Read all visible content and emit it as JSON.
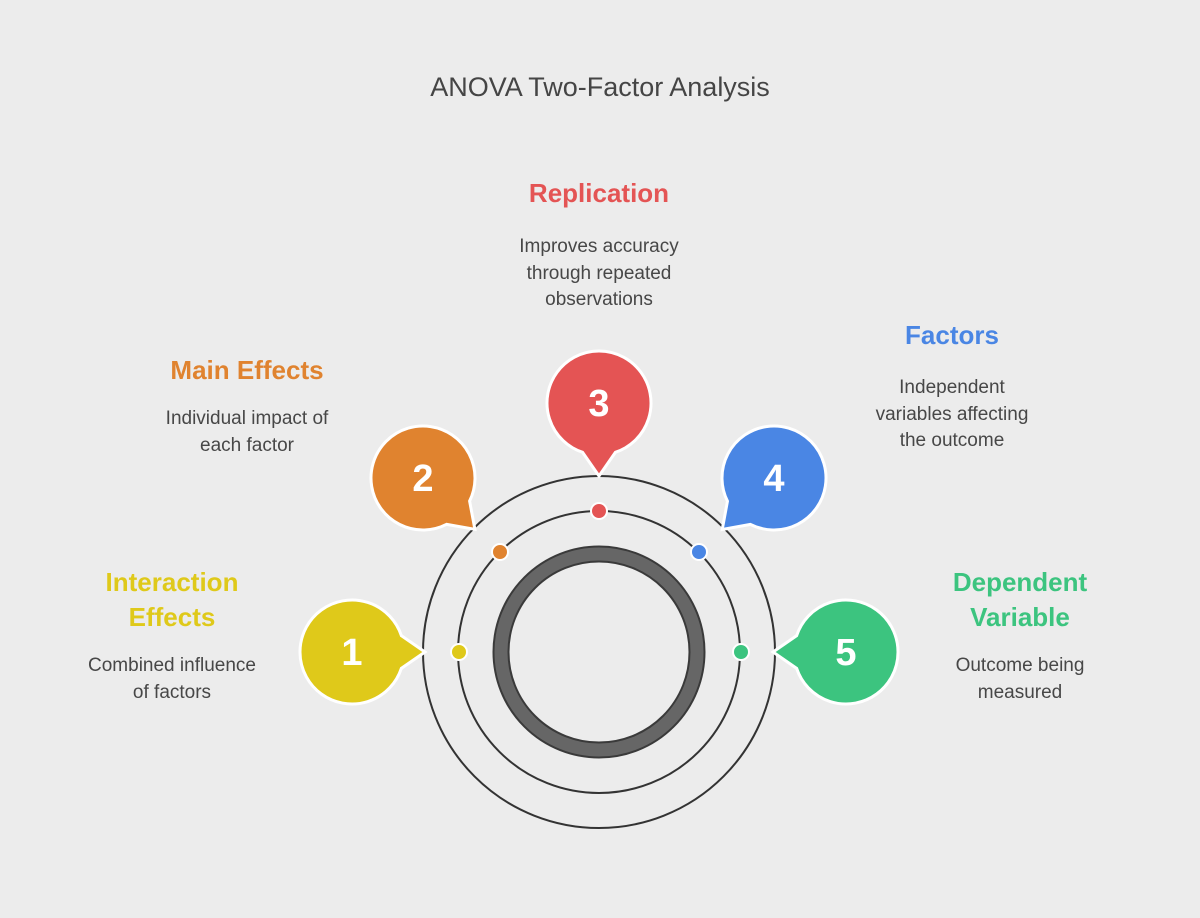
{
  "title": "ANOVA Two-Factor Analysis",
  "items": [
    {
      "number": "1",
      "title_lines": [
        "Interaction",
        "Effects"
      ],
      "desc_lines": [
        "Combined influence",
        "of factors"
      ],
      "color": "#dfc91a"
    },
    {
      "number": "2",
      "title_lines": [
        "Main Effects"
      ],
      "desc_lines": [
        "Individual impact of",
        "each factor"
      ],
      "color": "#e0832f"
    },
    {
      "number": "3",
      "title_lines": [
        "Replication"
      ],
      "desc_lines": [
        "Improves accuracy",
        "through repeated",
        "observations"
      ],
      "color": "#e45454"
    },
    {
      "number": "4",
      "title_lines": [
        "Factors"
      ],
      "desc_lines": [
        "Independent",
        "variables affecting",
        "the outcome"
      ],
      "color": "#4a86e4"
    },
    {
      "number": "5",
      "title_lines": [
        "Dependent",
        "Variable"
      ],
      "desc_lines": [
        "Outcome being",
        "measured"
      ],
      "color": "#3cc47f"
    }
  ]
}
